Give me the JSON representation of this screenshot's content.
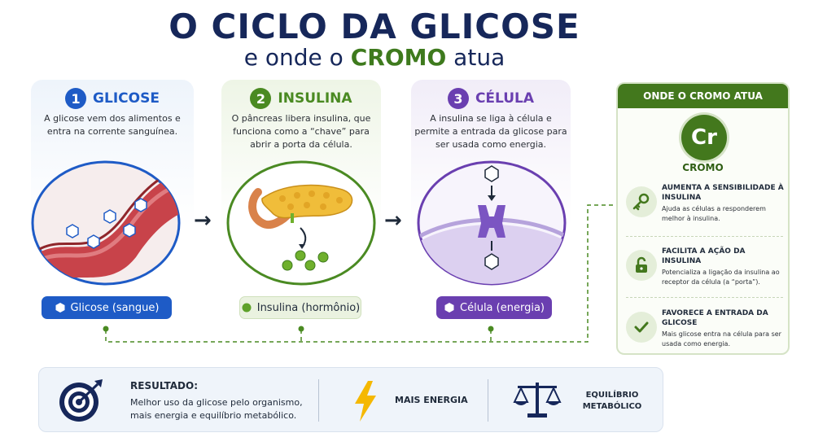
{
  "header": {
    "title": "O CICLO DA GLICOSE",
    "subtitle_pre": "e onde o ",
    "subtitle_accent": "CROMO",
    "subtitle_post": " atua"
  },
  "steps": [
    {
      "number": "1",
      "title": "GLICOSE",
      "description": "A glicose vem dos alimentos e entra na corrente sanguínea.",
      "pill_label": "Glicose (sangue)",
      "color": "#1e5bc6"
    },
    {
      "number": "2",
      "title": "INSULINA",
      "description": "O pâncreas libera insulina, que funciona como a “chave” para abrir a porta da célula.",
      "pill_label": "Insulina (hormônio)",
      "color": "#4a8a22"
    },
    {
      "number": "3",
      "title": "CÉLULA",
      "description": "A insulina se liga à célula e permite a entrada da glicose para ser usada como energia.",
      "pill_label": "Célula (energia)",
      "color": "#6a3fb0"
    }
  ],
  "side_panel": {
    "header": "ONDE O CROMO ATUA",
    "badge_symbol": "Cr",
    "badge_label": "CROMO",
    "items": [
      {
        "icon": "key-icon",
        "title": "AUMENTA A SENSIBILIDADE À INSULINA",
        "desc": "Ajuda as células a responderem melhor à insulina."
      },
      {
        "icon": "open-lock-icon",
        "title": "FACILITA A AÇÃO DA INSULINA",
        "desc": "Potencializa a ligação da insulina ao receptor da célula (a “porta”)."
      },
      {
        "icon": "check-icon",
        "title": "FAVORECE A ENTRADA DA GLICOSE",
        "desc": "Mais glicose entra na célula para ser usada como energia."
      }
    ]
  },
  "result": {
    "title": "RESULTADO:",
    "description": "Melhor uso da glicose pelo organismo, mais energia e equilíbrio metabólico.",
    "energy_label": "MAIS ENERGIA",
    "balance_label_1": "EQUILÍBRIO",
    "balance_label_2": "METABÓLICO"
  },
  "colors": {
    "navy": "#16275a",
    "green": "#43781d",
    "blue": "#1e5bc6",
    "purple": "#6a3fb0",
    "blood_red": "#c8434a"
  }
}
